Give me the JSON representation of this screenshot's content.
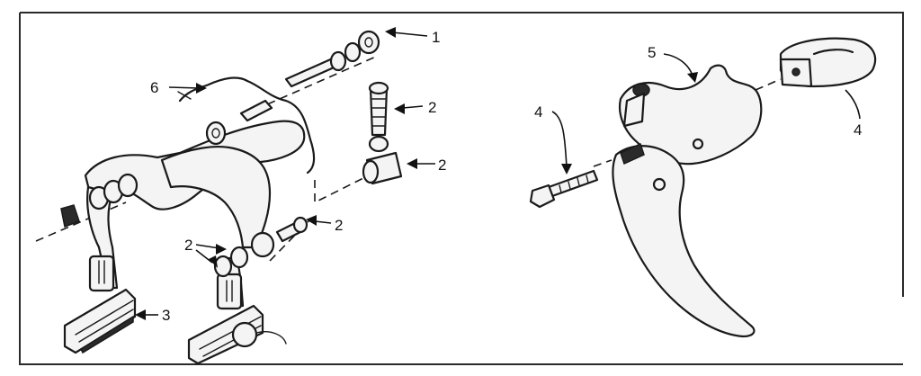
{
  "callouts": {
    "brake_nut": "1",
    "adjuster_barrel": "2",
    "cable_anchor": "2",
    "pivot_bolt": "2",
    "washers": "2",
    "brake_shoe": "3",
    "lever_bolt": "4",
    "clamp_band": "4",
    "lever_body": "5",
    "return_spring": "6"
  }
}
